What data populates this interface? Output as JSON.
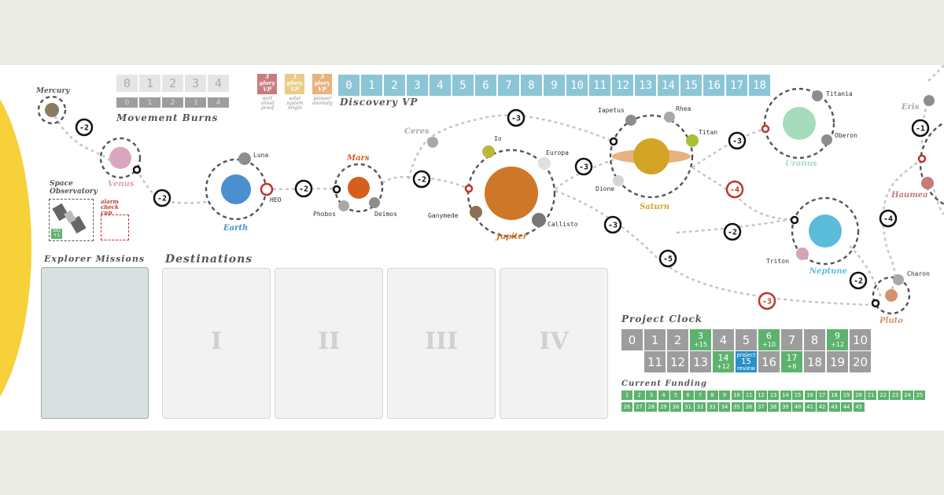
{
  "movement": {
    "title": "Movement Burns",
    "values": [
      "0",
      "1",
      "2",
      "3",
      "4"
    ]
  },
  "glory": [
    {
      "label": "3 glory VP",
      "sub": "oort cloud proof",
      "color": "#c87b7f"
    },
    {
      "label": "3 glory VP",
      "sub": "solar system origin",
      "color": "#e8cc86"
    },
    {
      "label": "3 glory VP",
      "sub": "pioneer anomaly",
      "color": "#e8b17e"
    }
  ],
  "discovery": {
    "title": "Discovery VP",
    "values": [
      "0",
      "1",
      "2",
      "3",
      "4",
      "5",
      "6",
      "7",
      "8",
      "9",
      "10",
      "11",
      "12",
      "13",
      "14",
      "15",
      "16",
      "17",
      "18"
    ]
  },
  "bodies": {
    "mercury": "Mercury",
    "venus": "Venus",
    "earth": "Earth",
    "luna": "Luna",
    "heo": "HEO",
    "mars": "Mars",
    "phobos": "Phobos",
    "deimos": "Deimos",
    "ceres": "Ceres",
    "jupiter": "Jupiter",
    "io": "Io",
    "europa": "Europa",
    "ganymede": "Ganymede",
    "callisto": "Callisto",
    "saturn": "Saturn",
    "iapetus": "Iapetus",
    "rhea": "Rhea",
    "titan": "Titan",
    "dione": "Dione",
    "uranus": "Uranus",
    "titania": "Titania",
    "oberon": "Oberon",
    "neptune": "Neptune",
    "triton": "Triton",
    "pluto": "Pluto",
    "charon": "Charon",
    "eris": "Eris",
    "haumea": "Haumea"
  },
  "burns": {
    "mercury_venus": "-2",
    "venus_earth": "-2",
    "earth_mars": "-2",
    "mars_jupiter": "-2",
    "ceres_saturn": "-3",
    "jupiter_saturn": "-3",
    "saturn_uranus": "-3",
    "saturn_neptune": "-4",
    "jupiter_neptune": "-3",
    "jupiter_pluto": "-5",
    "neptune_in": "-2",
    "neptune_pluto": "-2",
    "pluto_in": "-3",
    "eris_haumea": "-1",
    "haumea_pluto": "-4"
  },
  "observatory": {
    "title": "Space Observatory",
    "badge1": "SIO",
    "badge2": "+1",
    "alarm": "alarm check cup"
  },
  "explorer": {
    "title": "Explorer Missions"
  },
  "destinations": {
    "title": "Destinations",
    "slots": [
      "I",
      "II",
      "III",
      "IV"
    ]
  },
  "project_clock": {
    "title": "Project Clock",
    "row1": [
      {
        "top": "0"
      },
      {
        "top": "1"
      },
      {
        "top": "2"
      },
      {
        "top": "3",
        "bottom": "+15",
        "green": true
      },
      {
        "top": "4"
      },
      {
        "top": "5"
      },
      {
        "top": "6",
        "bottom": "+10",
        "green": true
      },
      {
        "top": "7"
      },
      {
        "top": "8"
      },
      {
        "top": "9",
        "bottom": "+12",
        "green": true
      },
      {
        "top": "10"
      }
    ],
    "row2": [
      {
        "top": "11"
      },
      {
        "top": "12"
      },
      {
        "top": "13"
      },
      {
        "top": "14",
        "bottom": "+12",
        "green": true
      },
      {
        "top": "15",
        "prefix": "project",
        "suffix": "review",
        "blue": true
      },
      {
        "top": "16"
      },
      {
        "top": "17",
        "bottom": "+8",
        "green": true
      },
      {
        "top": "18"
      },
      {
        "top": "19"
      },
      {
        "top": "20"
      }
    ]
  },
  "funding": {
    "title": "Current Funding",
    "values": [
      "1",
      "2",
      "3",
      "4",
      "5",
      "6",
      "7",
      "8",
      "9",
      "10",
      "11",
      "12",
      "13",
      "14",
      "15",
      "16",
      "17",
      "18",
      "19",
      "20",
      "21",
      "22",
      "23",
      "24",
      "25",
      "26",
      "27",
      "28",
      "29",
      "30",
      "31",
      "32",
      "33",
      "34",
      "35",
      "36",
      "37",
      "38",
      "39",
      "40",
      "41",
      "42",
      "43",
      "44",
      "45"
    ]
  },
  "colors": {
    "sun": "#f6d13a",
    "discovery": "#8cc5d6",
    "clock_gray": "#9d9d9d",
    "clock_green": "#5db36e",
    "review_blue": "#2a8fc6",
    "hazard": "#c0332f"
  }
}
